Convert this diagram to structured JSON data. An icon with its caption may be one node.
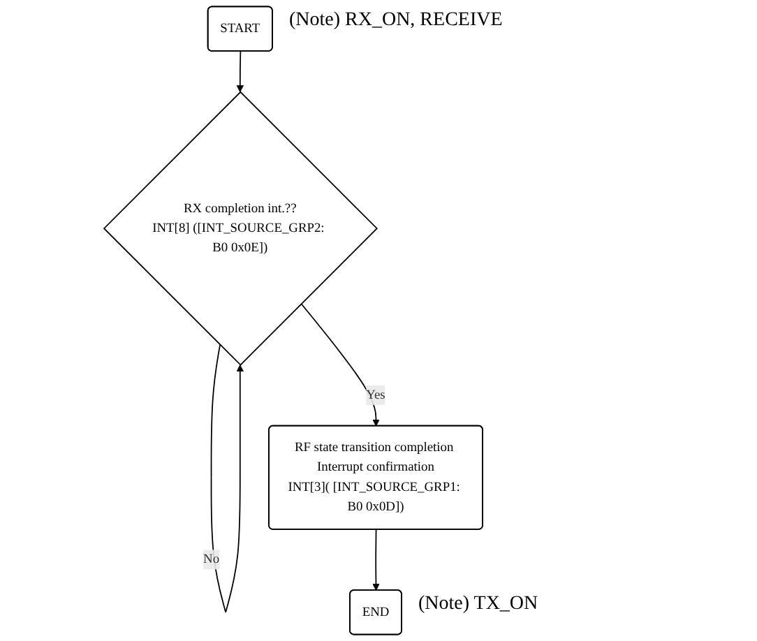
{
  "diagram": {
    "nodes": [
      {
        "text": [
          "START"
        ],
        "beside": [
          "(Note) RX_ON, RECEIVE"
        ]
      },
      {
        "text": [
          "RX completion int.??",
          "INT[8] ([INT_SOURCE_GRP2: B0 0x0E])"
        ]
      },
      {
        "text": [
          "RF state transition completion Interrupt confirmation",
          "INT[3]( [INT_SOURCE_GRP1: B0 0x0D])"
        ]
      },
      {
        "text": [
          "END"
        ],
        "beside": [
          "(Note) TX_ON"
        ]
      }
    ],
    "edges": [
      {
        "from": 0,
        "to": 1,
        "arrow": "to"
      },
      {
        "from": 1,
        "to": 1,
        "arrow": "to",
        "label": "No"
      },
      {
        "from": 1,
        "to": 2,
        "arrow": "to",
        "label": "Yes"
      },
      {
        "from": 2,
        "to": 3,
        "arrow": "to"
      }
    ]
  }
}
